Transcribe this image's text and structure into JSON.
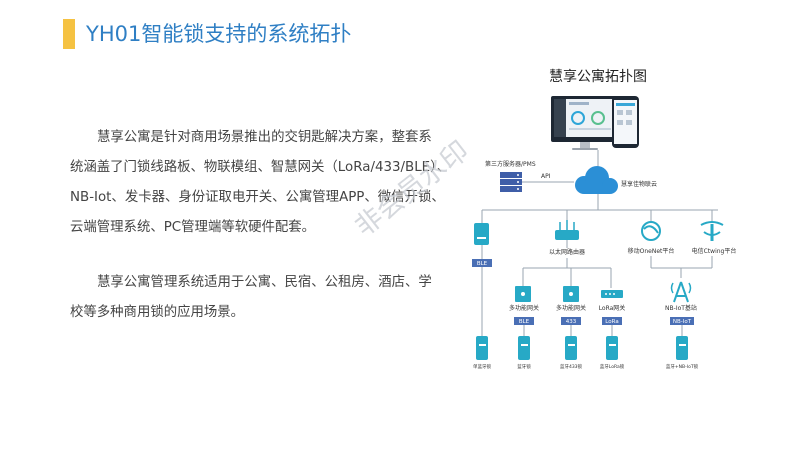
{
  "header": {
    "title": "YH01智能锁支持的系统拓扑"
  },
  "body": {
    "paragraph1": [
      "慧享公寓是针对商用场景推出的交钥匙解决方案，整套系",
      "统涵盖了门锁线路板、物联模组、智慧网关（LoRa/433/BLE）、",
      "NB-Iot、发卡器、身份证取电开关、公寓管理APP、微信开锁、",
      "云端管理系统、PC管理端等软硬件配套。"
    ],
    "paragraph2": [
      "慧享公寓管理系统适用于公寓、民宿、公租房、酒店、学",
      "校等多种商用锁的应用场景。"
    ]
  },
  "watermark": "非会员水印",
  "diagram": {
    "title": "慧享公寓拓扑图",
    "server_label": "第三方服务器/PMS",
    "api_label": "API",
    "cloud_label": "慧享佳物联云",
    "router_label": "以太网路由器",
    "onenet_label": "移动OneNet平台",
    "ctwing_label": "电信Ctwing平台",
    "gateways": [
      {
        "label": "多功能网关",
        "tag": "BLE"
      },
      {
        "label": "多功能网关",
        "tag": "433"
      },
      {
        "label": "LoRa网关",
        "tag": "LoRa"
      }
    ],
    "nb_station_label": "NB-IoT基站",
    "nb_tag": "NB-IoT",
    "ble_tag": "BLE",
    "locks": [
      "单蓝牙锁",
      "蓝牙锁",
      "蓝牙433锁",
      "蓝牙LoRa锁",
      "蓝牙+NB-IoT锁"
    ]
  },
  "colors": {
    "accent": "#2f7fc4",
    "title_bar": "#f5c242",
    "device": "#27a9c6",
    "tag_bg": "#4a6fb5"
  }
}
